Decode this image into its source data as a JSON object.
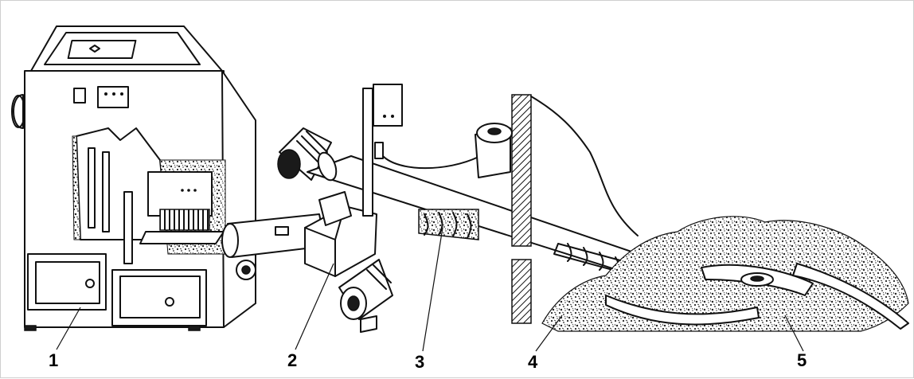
{
  "labels": {
    "one": "1",
    "two": "2",
    "three": "3",
    "four": "4",
    "five": "5"
  }
}
